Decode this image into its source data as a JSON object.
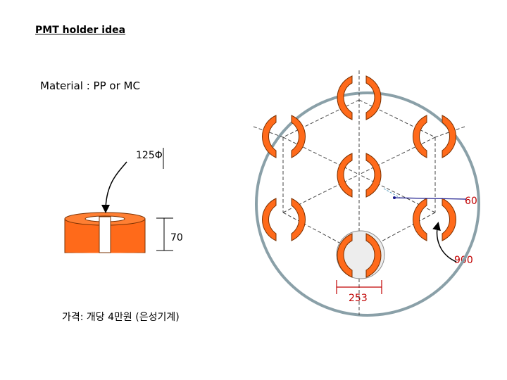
{
  "title": "PMT holder idea",
  "material": "Material : PP or MC",
  "diameter_label": "125Φ",
  "height_label": "70",
  "dim_60": "60",
  "dim_900": "900",
  "dim_253": "253",
  "price_note": "가격: 개당 4만원 (은성기계)",
  "colors": {
    "holder_orange": "#ff6a1a",
    "circle_outline": "#8aa0a8",
    "dim_red": "#c00000"
  }
}
